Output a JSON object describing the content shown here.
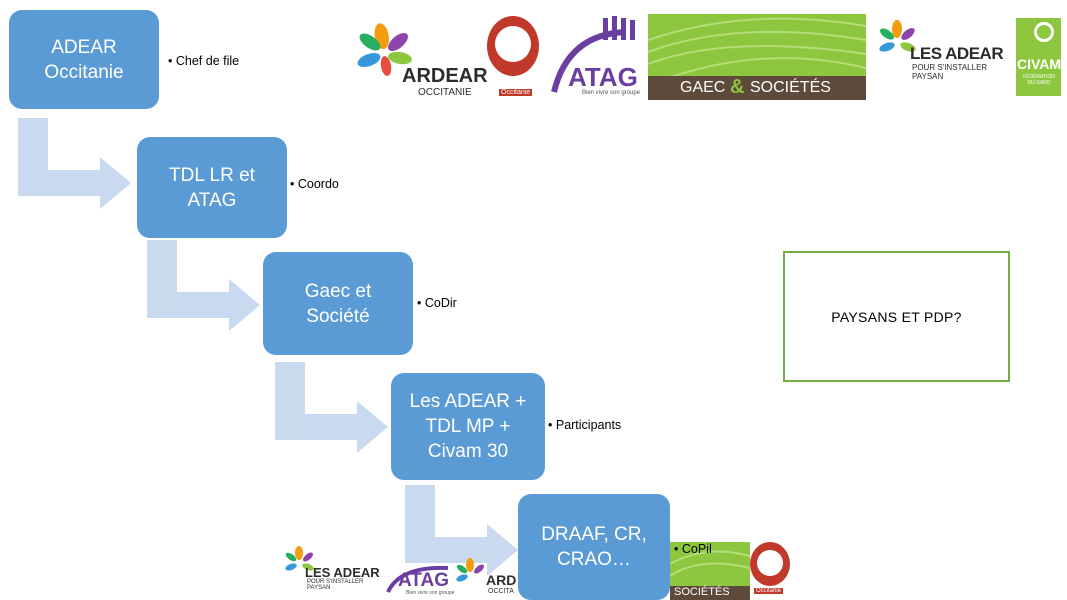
{
  "steps": [
    {
      "label": "ADEAR\nOccitanie",
      "note": "Chef de file"
    },
    {
      "label": "TDL LR et\nATAG",
      "note": "Coordo"
    },
    {
      "label": "Gaec et\nSociété",
      "note": "CoDir"
    },
    {
      "label": "Les ADEAR +\nTDL MP +\nCivam 30",
      "note": "Participants"
    },
    {
      "label": "DRAAF, CR,\nCRAO…",
      "note": "CoPil"
    }
  ],
  "callout": "PAYSANS ET PDP?",
  "logos": {
    "ardear": {
      "name": "ARDEAR",
      "sub": "OCCITANIE"
    },
    "terre_de_liens": {
      "name": "Terre de liens",
      "sub": "Occitanie"
    },
    "atag": {
      "name": "ATAG",
      "sub": "Bien vivre son groupe"
    },
    "gaec": {
      "name": "GAEC",
      "amp": "&",
      "societes": "SOCIÉTÉS"
    },
    "les_adear": {
      "name": "LES ADEAR",
      "sub": "POUR S'INSTALLER PAYSAN"
    },
    "civam": {
      "name": "CIVAM",
      "sub": "FÉDÉRATION DU GARD"
    },
    "bottom_les_adear": {
      "name": "LES ADEAR",
      "sub": "POUR S'INSTALLER PAYSAN"
    },
    "bottom_atag": {
      "name": "ATAG",
      "sub": "Bien vivre son groupe"
    },
    "bottom_ardear": {
      "name": "ARD",
      "sub": "OCCITA"
    },
    "bottom_societes": {
      "name": "SOCIÉTÉS"
    },
    "bottom_tdl": {
      "sub": "Occitanie"
    }
  },
  "colors": {
    "box": "#5b9bd5",
    "arrow": "#c9d9ef",
    "callout_border": "#70ad47",
    "gaec_brown": "#5d4a3a",
    "gaec_green": "#8dc63f"
  }
}
